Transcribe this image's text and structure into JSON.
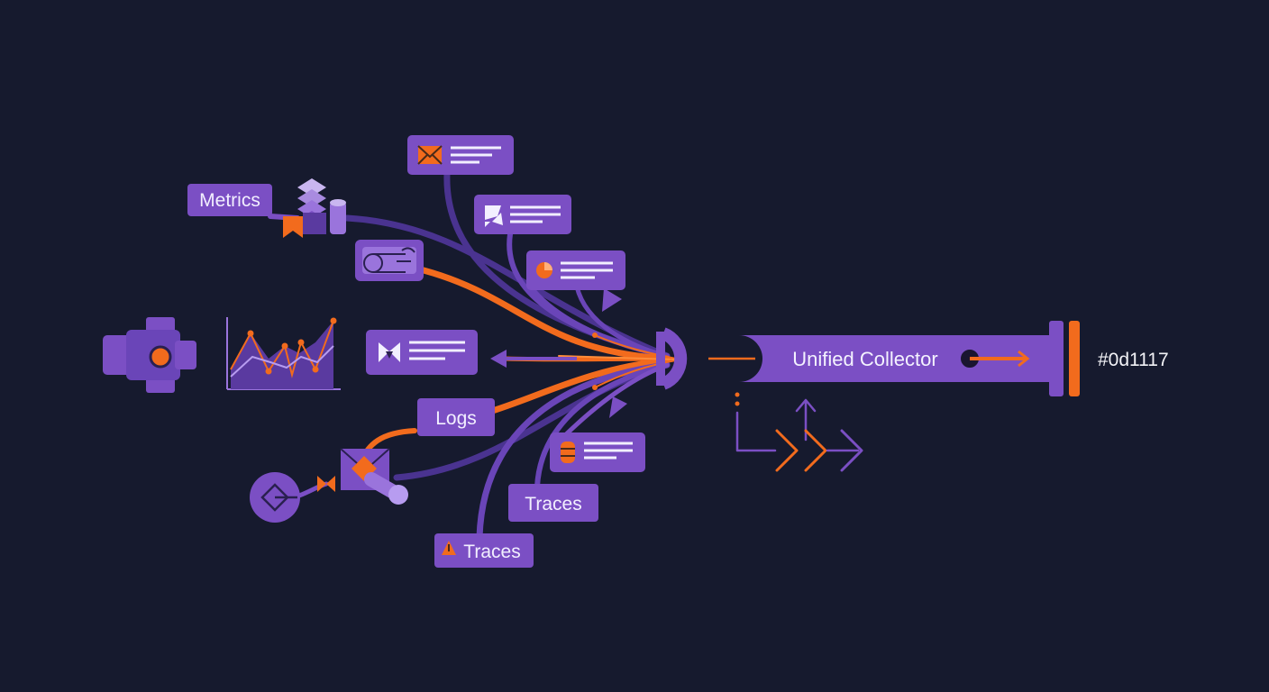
{
  "colors": {
    "background": "#161a2e",
    "purple": "#7b4fc4",
    "purple_light": "#9a74dc",
    "purple_dark": "#4a3390",
    "orange": "#f26b1d",
    "text": "#f2efff"
  },
  "labels": {
    "metrics": "Metrics",
    "logs": "Logs",
    "traces_1": "Traces",
    "traces_2": "Traces",
    "collector": "Unified Collector",
    "hex_code": "#0d1117"
  },
  "icons": [
    "envelope-icon",
    "image-icon",
    "pie-chart-icon",
    "bowtie-icon",
    "stack-icon",
    "database-icon",
    "scroll-icon",
    "line-chart-icon",
    "puzzle-node-icon",
    "diamond-circle-icon",
    "envelope-diamond-icon",
    "fire-icon",
    "alert-icon"
  ]
}
